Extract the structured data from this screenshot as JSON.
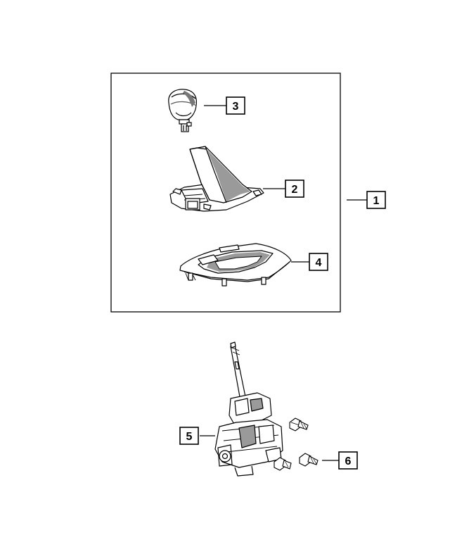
{
  "callouts": [
    {
      "id": "1",
      "label": "1"
    },
    {
      "id": "2",
      "label": "2"
    },
    {
      "id": "3",
      "label": "3"
    },
    {
      "id": "4",
      "label": "4"
    },
    {
      "id": "5",
      "label": "5"
    },
    {
      "id": "6",
      "label": "6"
    }
  ],
  "parts": [
    {
      "callout": "1",
      "icon": "shifter-assembly-group-frame"
    },
    {
      "callout": "2",
      "icon": "shift-boot-bezel-icon"
    },
    {
      "callout": "3",
      "icon": "shift-knob-icon"
    },
    {
      "callout": "4",
      "icon": "console-trim-bezel-icon"
    },
    {
      "callout": "5",
      "icon": "gear-shifter-mechanism-icon"
    },
    {
      "callout": "6",
      "icon": "bolt-icon"
    }
  ],
  "colors": {
    "line": "#000000",
    "background": "#ffffff",
    "shade": "#9a9a9a"
  }
}
